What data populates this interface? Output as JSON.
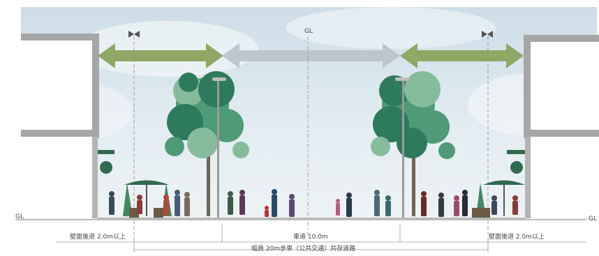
{
  "markers": {
    "centerline": "GL",
    "ground_left": "GL",
    "ground_right": "GL"
  },
  "dimensions": {
    "setback_left": "壁面後退 2.0m以上",
    "carriageway": "車道 10.0m",
    "setback_right": "壁面後退 2.0m以上",
    "total_width": "幅員 20m歩車（公共交通）共存道路"
  },
  "colors": {
    "sky": "#dbe7ee",
    "sky_cloud": "#f2f6f8",
    "wall": "#a6a6a6",
    "arrow_side": "#8fa866",
    "arrow_center": "#bcc6cc",
    "tree_dark": "#2e7a5c",
    "tree_mid": "#4f9a77",
    "tree_light": "#86bc9c",
    "dim_line": "#9a9a9a"
  }
}
